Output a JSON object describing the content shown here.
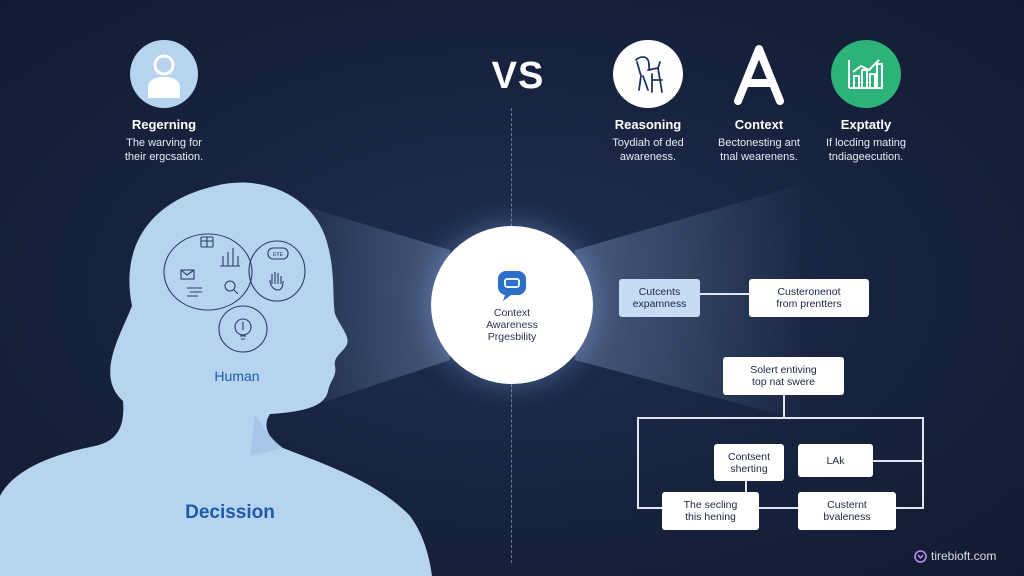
{
  "vs": "VS",
  "left": {
    "title": "Regerning",
    "subtitle_line1": "The warving for",
    "subtitle_line2": "their ergcsation."
  },
  "right": {
    "items": [
      {
        "title": "Reasoning",
        "line1": "Toydiah of ded",
        "line2": "awareness.",
        "icon": "walker-figure-icon"
      },
      {
        "title": "Context",
        "line1": "Bectonesting ant",
        "line2": "tnal wearenens.",
        "icon": "letter-a-icon"
      },
      {
        "title": "Exptatly",
        "line1": "If locding mating",
        "line2": "tndiageecution.",
        "icon": "bar-chart-icon"
      }
    ]
  },
  "head": {
    "human_label": "Human",
    "decision_label": "Decission",
    "icon_eye_text": "EYE"
  },
  "center": {
    "line1": "Context",
    "line2": "Awareness",
    "line3": "Prgesbility"
  },
  "flow": {
    "box1_line1": "Cutcents",
    "box1_line2": "expamness",
    "box2_line1": "Custeronenot",
    "box2_line2": "from prentters",
    "box3_line1": "Solert entiving",
    "box3_line2": "top nat swere",
    "box4_line1": "Contsent",
    "box4_line2": "sherting",
    "box5": "LAk",
    "box6_line1": "The secling",
    "box6_line2": "this hening",
    "box7_line1": "Custernt",
    "box7_line2": "bvaleness"
  },
  "watermark": "tirebioft.com",
  "colors": {
    "background": "#17223d",
    "silhouette": "#b6d3ef",
    "label_blue": "#1f5aa6",
    "green_circle": "#2db37a",
    "box_blue": "#c5dcf3"
  }
}
